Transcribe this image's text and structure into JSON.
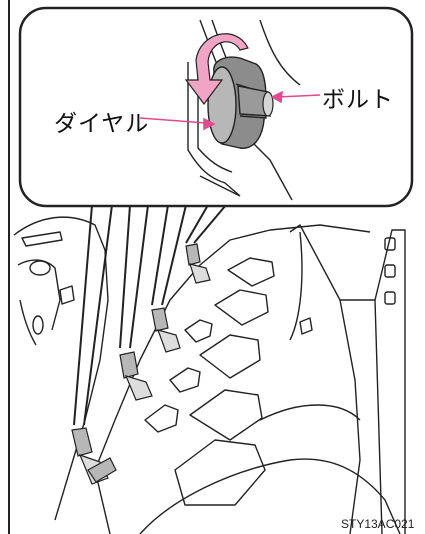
{
  "labels": {
    "bolt": "ボルト",
    "dial": "ダイヤル",
    "figure_code": "STY13AC021"
  },
  "colors": {
    "arrow_pink": "#e24a8e",
    "arrow_fill": "#f2a4c4",
    "line": "#222222",
    "gray_part": "#b7b7b7",
    "gray_dark": "#8c8c8c"
  },
  "icons": {
    "rotation_arrow": "curved-arrow-icon",
    "pointer_arrow": "pointer-arrow-icon"
  }
}
